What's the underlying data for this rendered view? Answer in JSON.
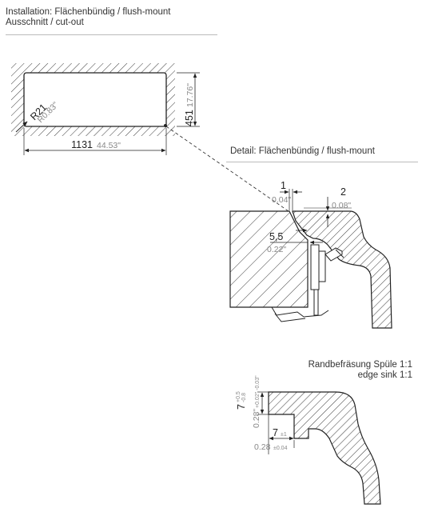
{
  "header": {
    "installation": "Installation: Flächenbündig / flush-mount",
    "cutout": "Ausschnitt / cut-out"
  },
  "detail": {
    "title": "Detail: Flächenbündig / flush-mount"
  },
  "edge": {
    "title_de": "Randbefräsung Spüle 1:1",
    "title_en": "edge sink 1:1"
  },
  "dimensions": {
    "radius_mm": "R21",
    "radius_in": "R0.83\"",
    "width_mm": "1131",
    "width_in": "44.53\"",
    "height_mm": "451",
    "height_in": "17.76\"",
    "gap1_mm": "1",
    "gap1_in": "0.04\"",
    "gap2_mm": "2",
    "gap2_in": "0.08\"",
    "depth_mm": "5,5",
    "depth_in": "0.22\"",
    "edge_h_mm": "7",
    "edge_h_tol_up": "+0.5",
    "edge_h_tol_down": "-0.8",
    "edge_h_in": "0.28\"",
    "edge_h_in_tol": "+0.02\" -0.03\"",
    "edge_w_mm": "7",
    "edge_w_tol": "±1",
    "edge_w_in": "0.28",
    "edge_w_in_tol": "±0.04"
  }
}
